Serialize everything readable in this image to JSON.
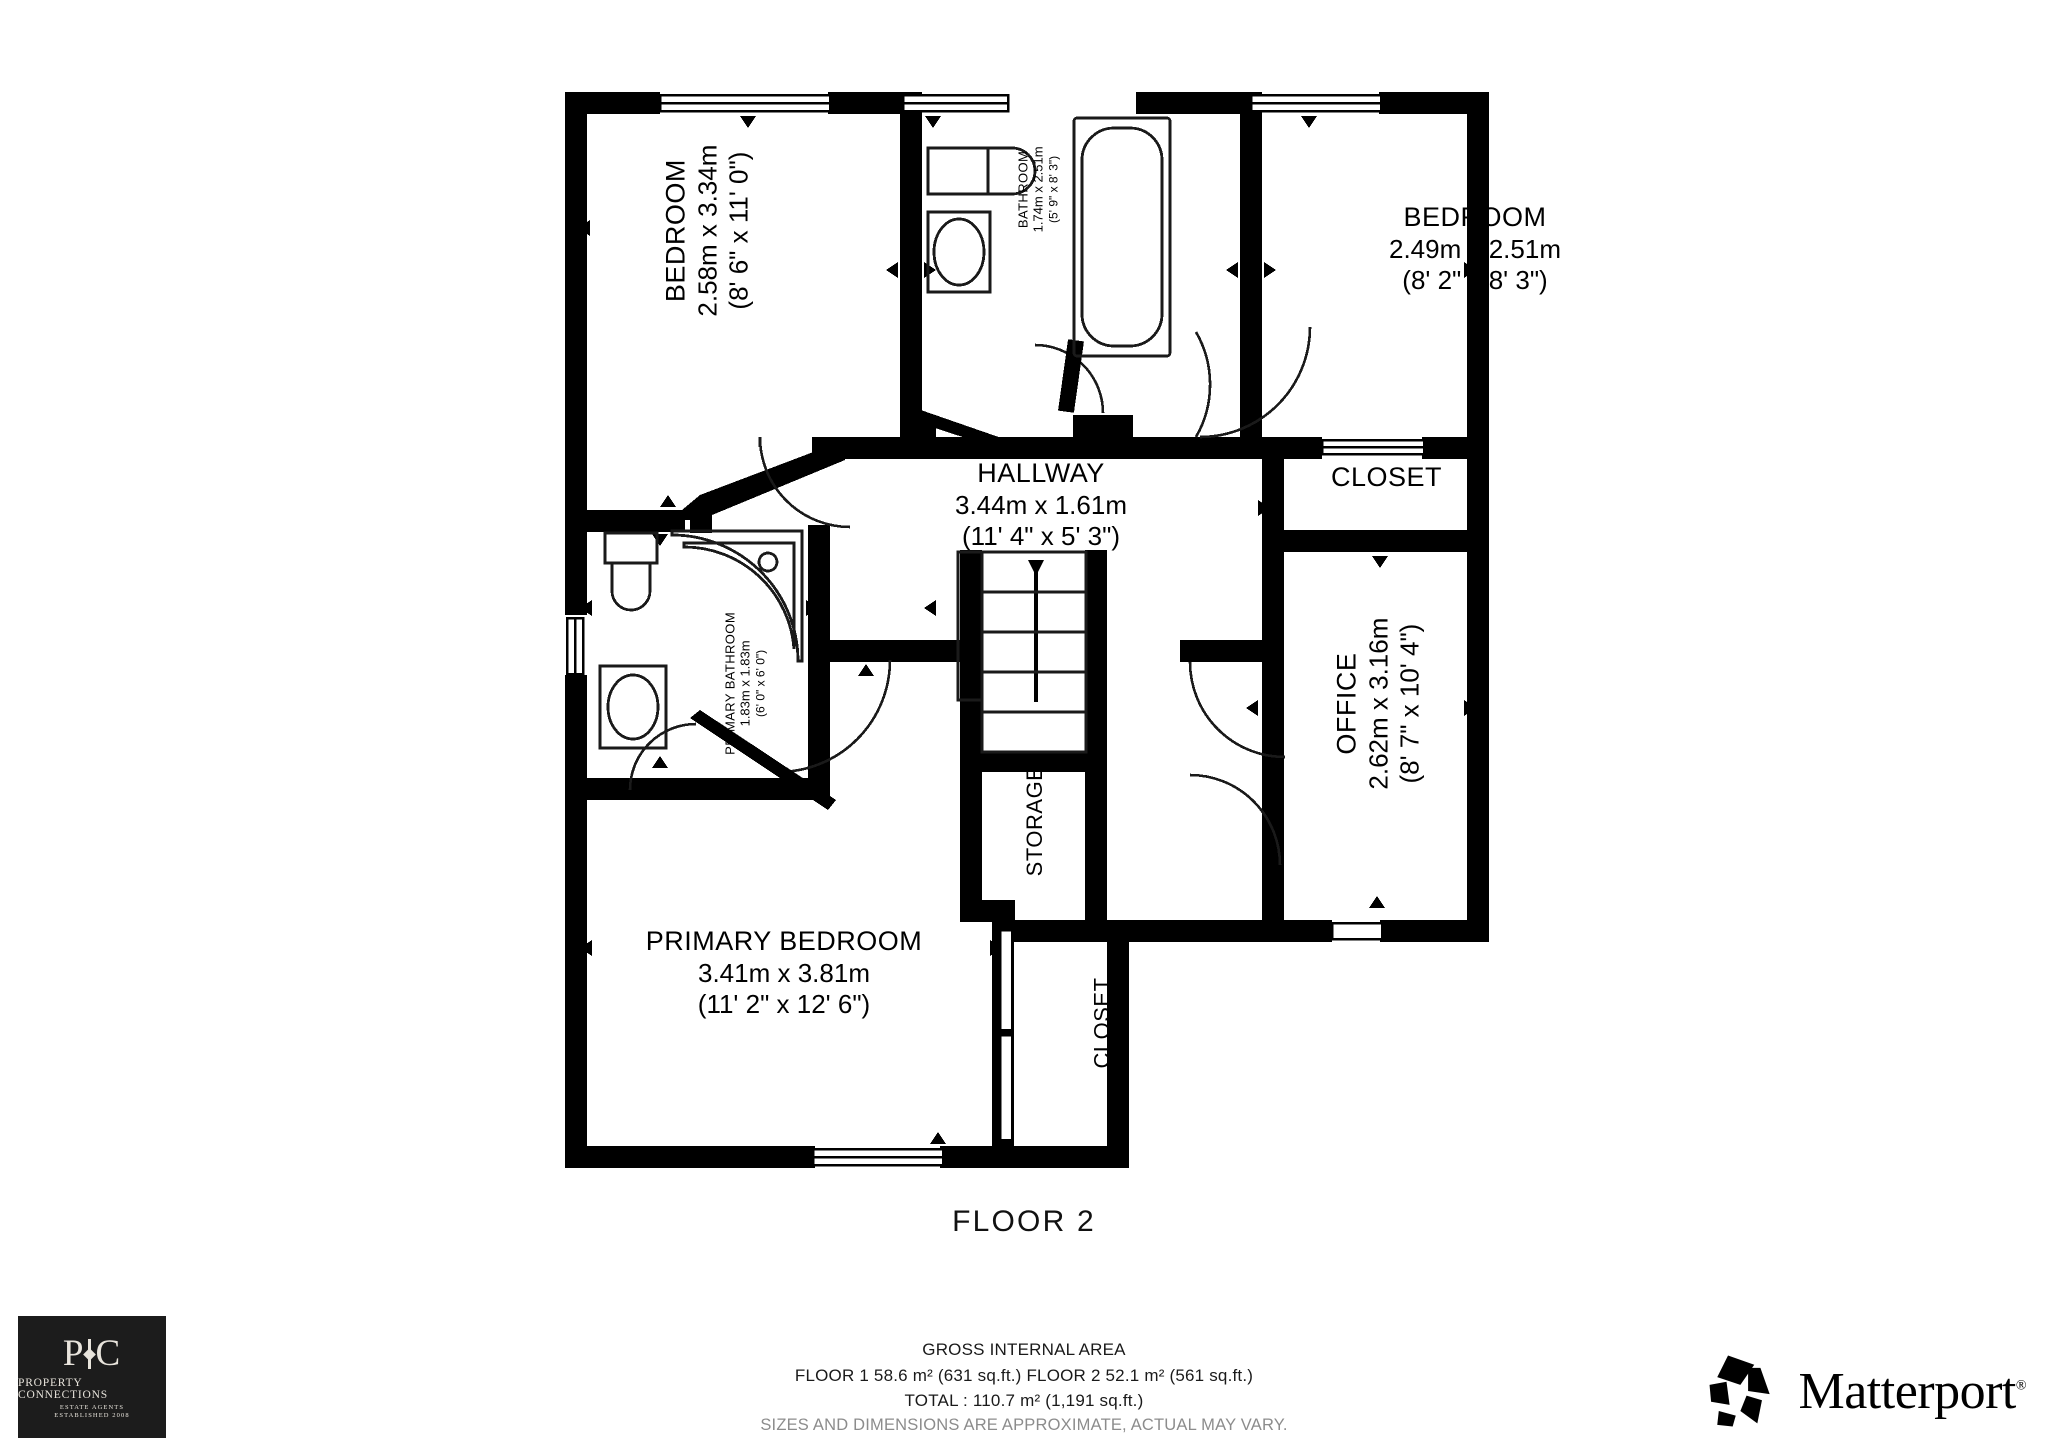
{
  "floor_caption": "FLOOR 2",
  "rooms": [
    {
      "id": "bedroom-1",
      "name": "BEDROOM",
      "metric": "2.58m x 3.34m",
      "imperial": "(8' 6\" x 11' 0\")",
      "orientation": "vertical"
    },
    {
      "id": "bathroom",
      "name": "BATHROOM",
      "metric": "1.74m x 2.51m",
      "imperial": "(5' 9\" x 8' 3\")",
      "orientation": "vertical"
    },
    {
      "id": "bedroom-2",
      "name": "BEDROOM",
      "metric": "2.49m x 2.51m",
      "imperial": "(8' 2\" x 8' 3\")",
      "orientation": "horizontal"
    },
    {
      "id": "hallway",
      "name": "HALLWAY",
      "metric": "3.44m x 1.61m",
      "imperial": "(11' 4\" x 5' 3\")",
      "orientation": "horizontal"
    },
    {
      "id": "closet-upper",
      "name": "CLOSET",
      "metric": "",
      "imperial": "",
      "orientation": "horizontal"
    },
    {
      "id": "primary-bathroom",
      "name": "PRIMARY BATHROOM",
      "metric": "1.83m x 1.83m",
      "imperial": "(6' 0\" x 6' 0\")",
      "orientation": "vertical"
    },
    {
      "id": "office",
      "name": "OFFICE",
      "metric": "2.62m x 3.16m",
      "imperial": "(8' 7\" x 10' 4\")",
      "orientation": "vertical"
    },
    {
      "id": "storage",
      "name": "STORAGE",
      "metric": "",
      "imperial": "",
      "orientation": "vertical"
    },
    {
      "id": "primary-bedroom",
      "name": "PRIMARY BEDROOM",
      "metric": "3.41m x 3.81m",
      "imperial": "(11' 2\" x 12' 6\")",
      "orientation": "horizontal"
    },
    {
      "id": "closet-lower",
      "name": "CLOSET",
      "metric": "",
      "imperial": "",
      "orientation": "vertical"
    }
  ],
  "footer": {
    "heading": "GROSS INTERNAL AREA",
    "areas": "FLOOR 1 58.6 m² (631 sq.ft.)   FLOOR 2 52.1 m² (561 sq.ft.)",
    "total": "TOTAL :  110.7 m² (1,191 sq.ft.)",
    "disclaimer": "SIZES AND DIMENSIONS ARE APPROXIMATE, ACTUAL MAY VARY."
  },
  "agent_logo": {
    "monogram_left": "P",
    "monogram_right": "C",
    "name": "PROPERTY CONNECTIONS",
    "sub1": "ESTATE AGENTS",
    "sub2": "ESTABLISHED 2008",
    "background": "#1c1c1c",
    "foreground": "#e8e4dc"
  },
  "brand": {
    "name": "Matterport",
    "registered": "®",
    "color": "#000000"
  },
  "colors": {
    "wall": "#000000",
    "fixture_stroke": "#1a1a1a",
    "page": "#ffffff",
    "muted_text": "#8c8c8c"
  }
}
